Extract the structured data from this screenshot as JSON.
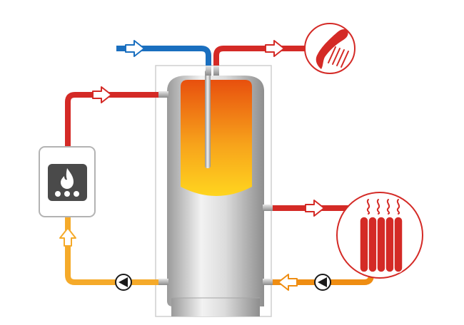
{
  "diagram": {
    "kind": "buffer-tank-heating-schematic",
    "components": [
      {
        "id": "boiler",
        "icon": "flame-icon"
      },
      {
        "id": "buffer-tank",
        "icon": "tank-icon"
      },
      {
        "id": "shower-head",
        "icon": "shower-head-icon"
      },
      {
        "id": "radiator",
        "icon": "radiator-icon"
      },
      {
        "id": "pump-boiler-return",
        "icon": "pump-icon"
      },
      {
        "id": "pump-heating-return",
        "icon": "pump-icon"
      }
    ],
    "flows": [
      {
        "id": "cold-water-inlet",
        "color": "#1a6fbf"
      },
      {
        "id": "hot-water-outlet",
        "color": "#d42a26"
      },
      {
        "id": "boiler-flow",
        "color": "#d42a26"
      },
      {
        "id": "boiler-return",
        "color": "#f5aa2a"
      },
      {
        "id": "heating-flow",
        "color": "#d42a26"
      },
      {
        "id": "heating-return",
        "color": "#ef8d12"
      }
    ],
    "colors": {
      "hot": "#d42a26",
      "cold": "#1a6fbf",
      "warm_return": "#f5aa2a",
      "return_orange": "#ef8d12",
      "tank_body": "#c8c8c8",
      "boiler_frame": "#b3b3b3"
    }
  }
}
